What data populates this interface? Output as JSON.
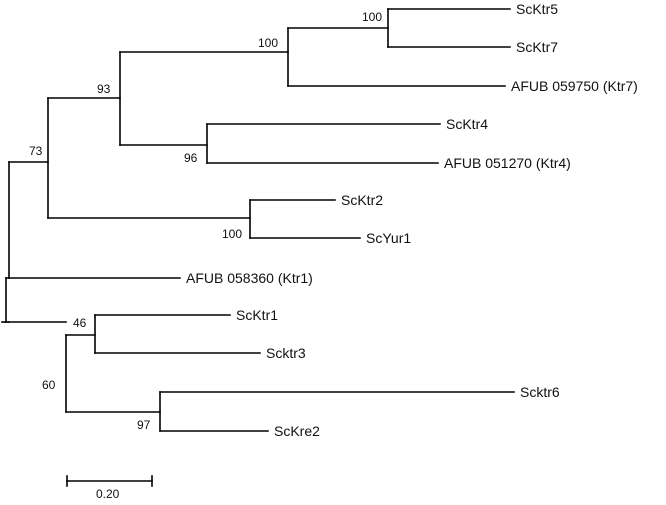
{
  "tree": {
    "taxa": [
      "ScKtr5",
      "ScKtr7",
      "AFUB 059750 (Ktr7)",
      "ScKtr4",
      "AFUB 051270 (Ktr4)",
      "ScKtr2",
      "ScYur1",
      "AFUB 058360 (Ktr1)",
      "ScKtr1",
      "Scktr3",
      "Scktr6",
      "ScKre2"
    ],
    "support_values": [
      "100",
      "100",
      "93",
      "96",
      "73",
      "100",
      "46",
      "60",
      "97"
    ],
    "scale_bar_label": "0.20"
  }
}
